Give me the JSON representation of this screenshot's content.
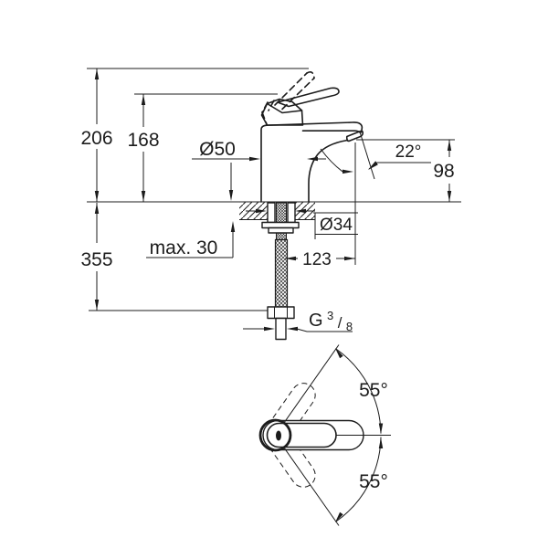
{
  "drawing": {
    "type": "faucet-dimensional-drawing",
    "labels": {
      "overall_height": "206",
      "lever_height": "168",
      "body_diameter": "Ø50",
      "spout_angle": "22°",
      "outlet_height": "98",
      "deck_thickness": "max. 30",
      "hole_diameter": "Ø34",
      "spout_reach": "123",
      "hose_length": "355",
      "thread_g": "G",
      "thread_sup": "3",
      "thread_slash": "/",
      "thread_sub": "8",
      "swivel_angle_upper": "55°",
      "swivel_angle_lower": "55°"
    },
    "colors": {
      "line": "#1c1c1c",
      "background": "#ffffff"
    }
  }
}
